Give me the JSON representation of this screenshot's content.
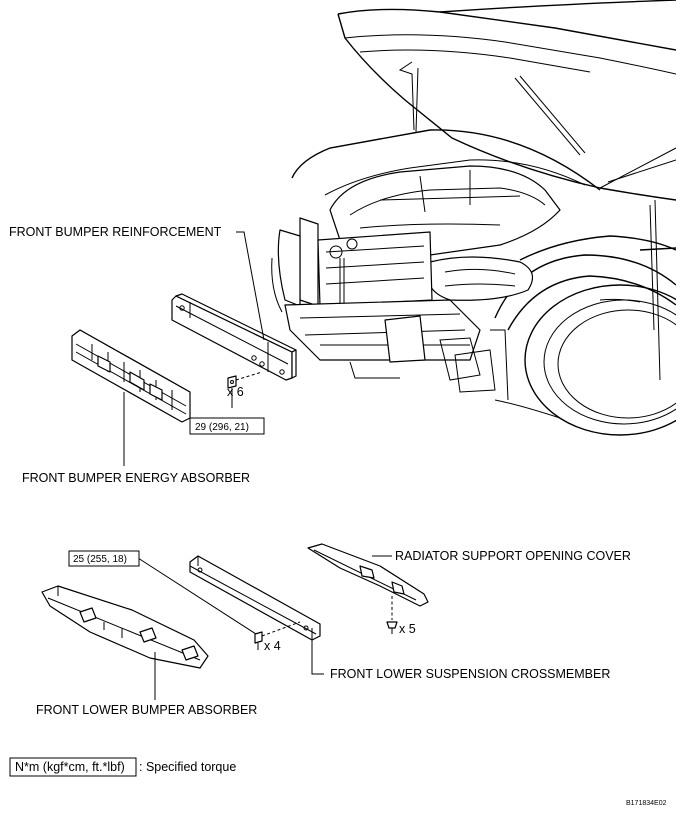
{
  "labels": {
    "front_bumper_reinforcement": "FRONT BUMPER REINFORCEMENT",
    "front_bumper_energy_absorber": "FRONT BUMPER ENERGY ABSORBER",
    "radiator_support_opening_cover": "RADIATOR SUPPORT OPENING COVER",
    "front_lower_suspension_crossmember": "FRONT LOWER SUSPENSION CROSSMEMBER",
    "front_lower_bumper_absorber": "FRONT LOWER BUMPER ABSORBER"
  },
  "torques": {
    "reinforcement_bolt": "29 (296, 21)",
    "crossmember_bolt": "25 (255, 18)"
  },
  "quantities": {
    "reinforcement_bolts": "x 6",
    "crossmember_bolts": "x 4",
    "cover_clips": "x 5"
  },
  "legend": {
    "unit": "N*m (kgf*cm, ft.*lbf)",
    "description": ": Specified torque"
  },
  "figure_code": "B171834E02"
}
